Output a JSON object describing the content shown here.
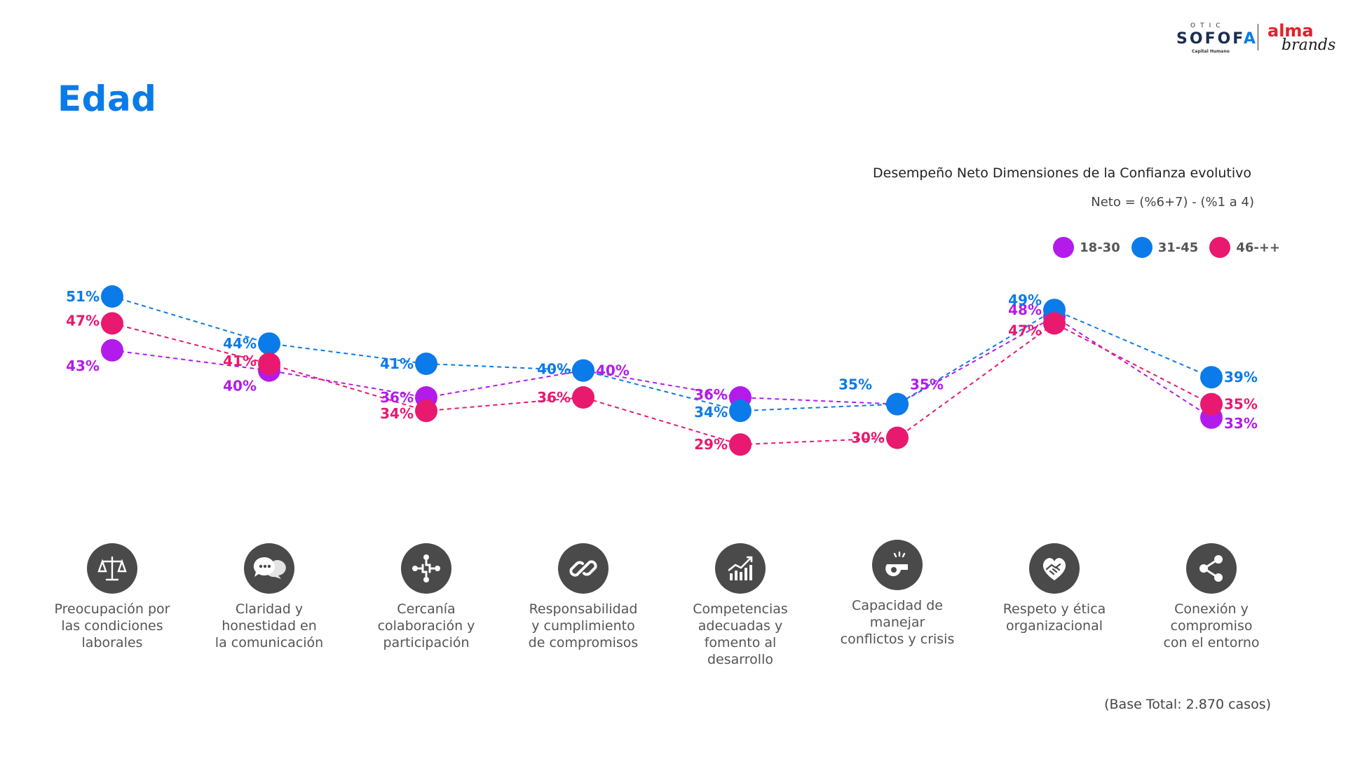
{
  "title": "Edad",
  "logo": {
    "otic": "OTIC",
    "sofofa_a": "S",
    "sofofa_b": "O",
    "sofofa_c": "F",
    "sofofa_d": "O",
    "sofofa_e": "F",
    "sofofa_f": "A",
    "capital": "Capital Humano",
    "alma": "alma",
    "brands": "brands"
  },
  "subtitle": "Desempeño Neto Dimensiones de la Confianza evolutivo",
  "formula": "Neto = (%6+7) - (%1 a 4)",
  "base_note": "(Base Total: 2.870 casos)",
  "colors": {
    "title": "#0a7be8",
    "series_18_30": "#b31bea",
    "series_31_45": "#0a7be8",
    "series_46": "#e8196e",
    "icon_bg": "#4a4a4a"
  },
  "chart_data": {
    "type": "line",
    "categories": [
      "Preocupación por\nlas condiciones\nlaborales",
      "Claridad y\nhonestidad en\nla comunicación",
      "Cercanía\ncolaboración y\nparticipación",
      "Responsabilidad\ny cumplimiento\nde compromisos",
      "Competencias\nadecuadas y\nfomento al\ndesarrollo",
      "Capacidad de\nmanejar\nconflictos y crisis",
      "Respeto y ética\norganizacional",
      "Conexión y\ncompromiso\ncon el entorno"
    ],
    "icons": [
      "scale-icon",
      "chat-bubbles-icon",
      "teamwork-icon",
      "chain-link-icon",
      "growth-chart-icon",
      "whistle-icon",
      "handshake-heart-icon",
      "share-icon"
    ],
    "series": [
      {
        "name": "18-30",
        "color": "#b31bea",
        "values": [
          43,
          40,
          36,
          40,
          36,
          35,
          48,
          33
        ]
      },
      {
        "name": "31-45",
        "color": "#0a7be8",
        "values": [
          51,
          44,
          41,
          40,
          34,
          35,
          49,
          39
        ]
      },
      {
        "name": "46-++",
        "color": "#e8196e",
        "values": [
          47,
          41,
          34,
          36,
          29,
          30,
          47,
          35
        ]
      }
    ],
    "value_suffix": "%",
    "line_style": "dashed",
    "legend_position": "top-right",
    "grid": false
  }
}
